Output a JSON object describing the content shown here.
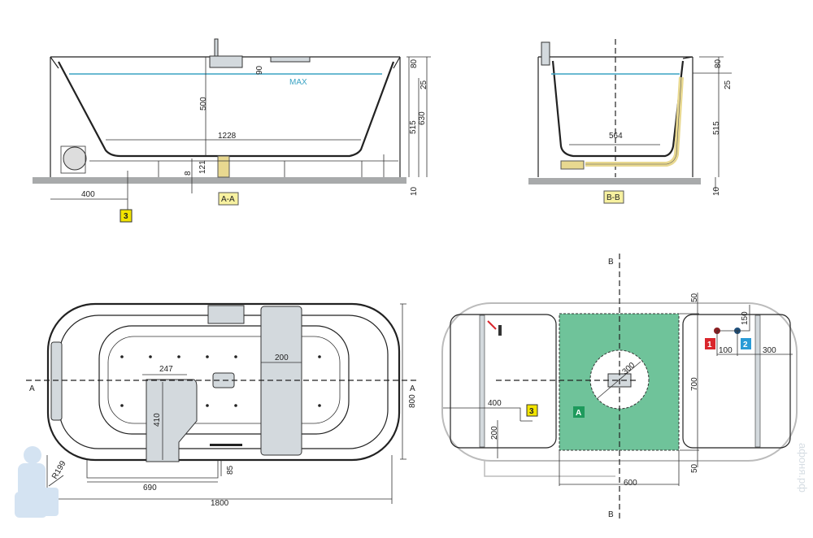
{
  "section_aa": {
    "label": "A-A",
    "water_level_label": "MAX",
    "dims": {
      "rim_to_max": "90",
      "depth": "500",
      "bottom_length": "1228",
      "drain_height": "121",
      "foot_gap": "8",
      "motor_offset": "400",
      "rim": "80",
      "overflow": "25",
      "body_height": "515",
      "total_height": "630",
      "floor": "10"
    },
    "marker": "3"
  },
  "section_bb": {
    "label": "B-B",
    "dims": {
      "bottom_width": "564",
      "rim": "80",
      "overflow": "25",
      "body_height": "515",
      "floor": "10"
    }
  },
  "plan_top": {
    "section_mark": "A",
    "dims": {
      "width": "800",
      "length": "1800",
      "panel_length": "690",
      "panel_depth": "85",
      "headrest_width": "247",
      "headrest_length": "410",
      "armrest_width": "200",
      "radius": "R199"
    }
  },
  "plan_install": {
    "section_mark": "B",
    "zone_label": "A",
    "hot_label": "1",
    "cold_label": "2",
    "power_label": "3",
    "colors": {
      "zone": "#6fc39a",
      "hot": "#d9262c",
      "cold": "#2a9bd6",
      "power": "#f2e400"
    },
    "dims": {
      "top_margin": "50",
      "zone_width": "700",
      "bottom_margin": "50",
      "pipe_offset": "150",
      "pipe_spacing": "100",
      "pipe_side": "300",
      "power_x": "400",
      "power_y": "200",
      "zone_length": "600",
      "drain_diameter": "300"
    }
  },
  "watermark": "афоня.рф"
}
